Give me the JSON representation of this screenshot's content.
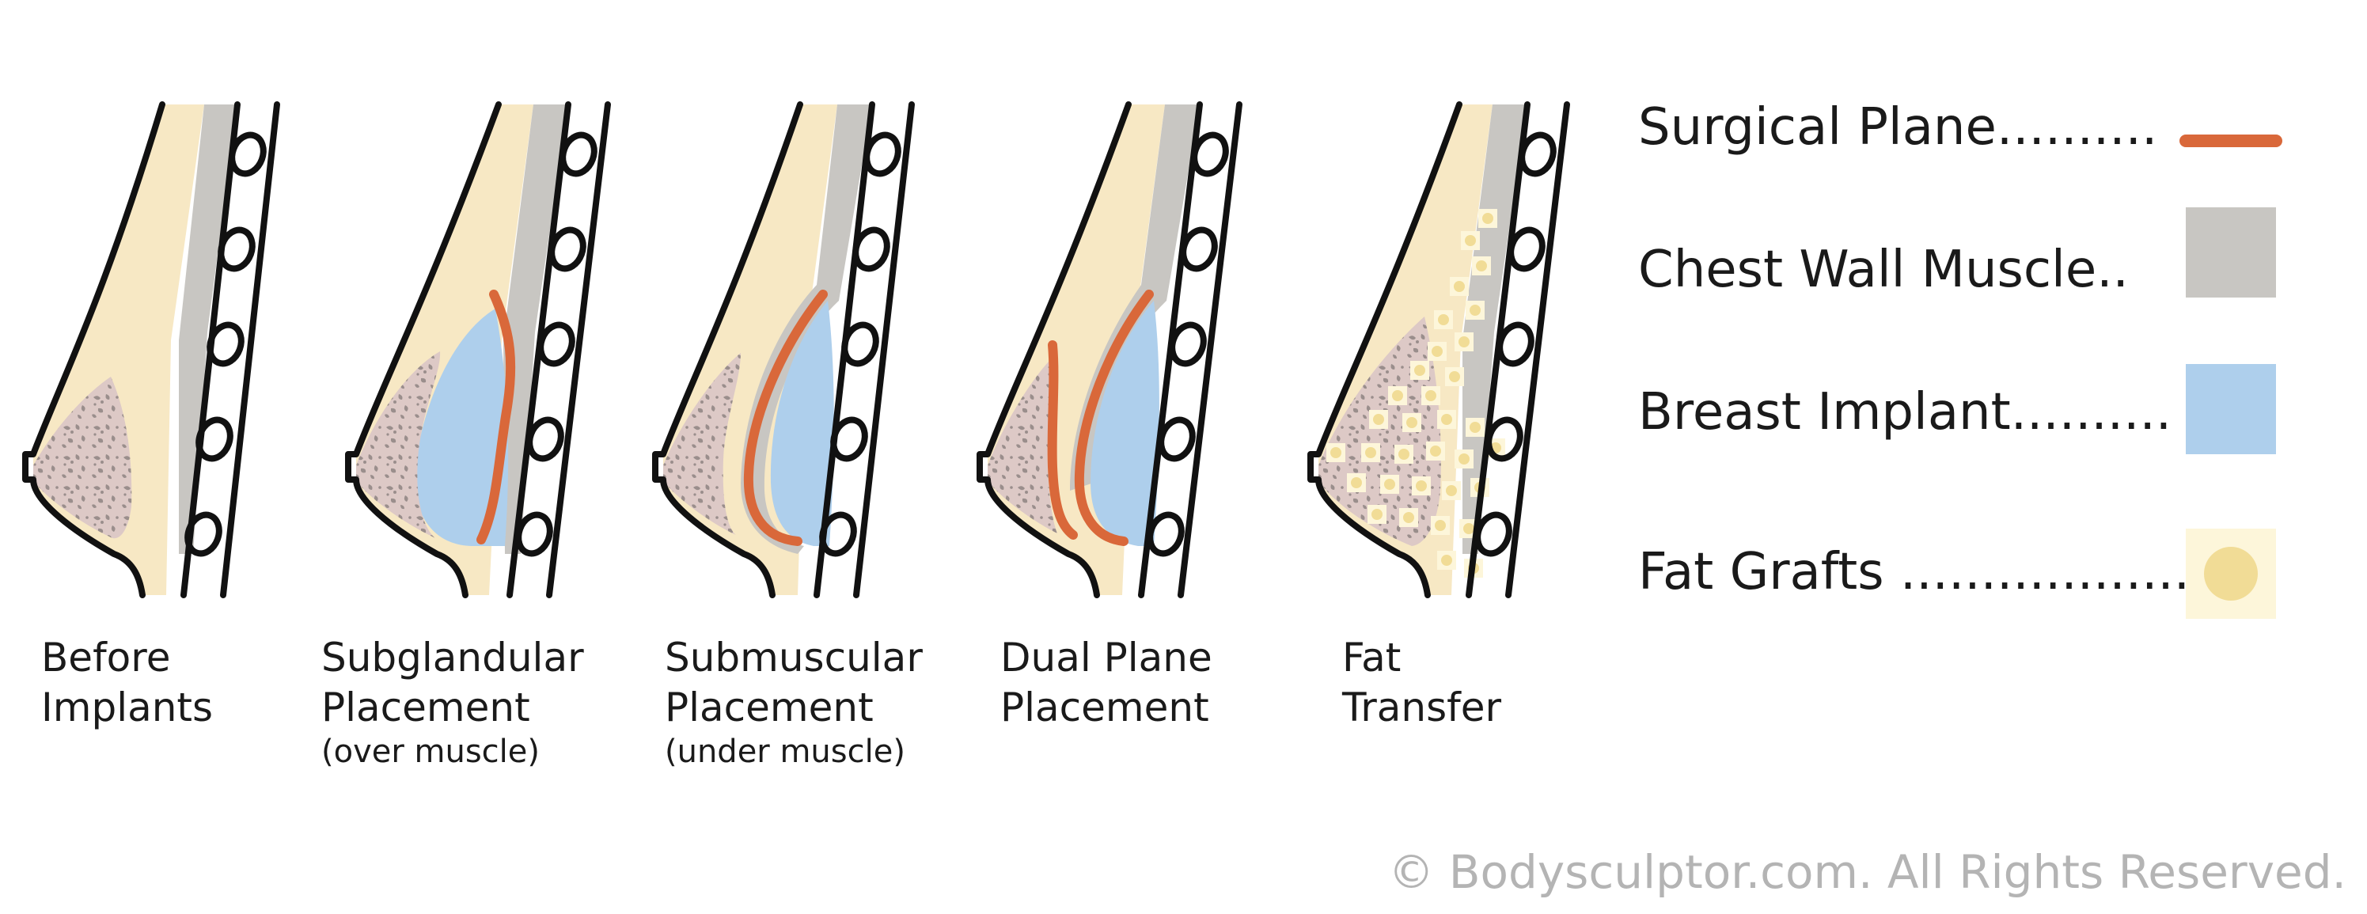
{
  "panels": [
    {
      "id": "before",
      "line1": "Before",
      "line2": "Implants",
      "note": ""
    },
    {
      "id": "subglandular",
      "line1": "Subglandular",
      "line2": "Placement",
      "note": "(over muscle)"
    },
    {
      "id": "submuscular",
      "line1": "Submuscular",
      "line2": "Placement",
      "note": "(under muscle)"
    },
    {
      "id": "dual",
      "line1": "Dual Plane",
      "line2": "Placement",
      "note": ""
    },
    {
      "id": "fat",
      "line1": "Fat",
      "line2": "Transfer",
      "note": ""
    }
  ],
  "legend": [
    {
      "label": "Surgical Plane..........",
      "swatch": "line",
      "color": "#d9683a"
    },
    {
      "label": "Chest Wall Muscle..",
      "swatch": "square",
      "color": "#c8c6c2"
    },
    {
      "label": "Breast Implant..........",
      "swatch": "square",
      "color": "#aecfec"
    },
    {
      "label": "Fat Grafts ..................",
      "swatch": "dot",
      "color": "#f1dc96"
    }
  ],
  "colors": {
    "skin": "#f7e8c4",
    "muscle": "#c8c6c2",
    "gland": "#ddc9c6",
    "gland_spots": "#9a8e8c",
    "implant": "#aecfec",
    "surgical_plane": "#d9683a",
    "outline": "#111111",
    "fat_graft_bg": "#fdf6da",
    "fat_graft_dot": "#f1dc96"
  },
  "copyright": "© Bodysculptor.com.  All Rights Reserved."
}
